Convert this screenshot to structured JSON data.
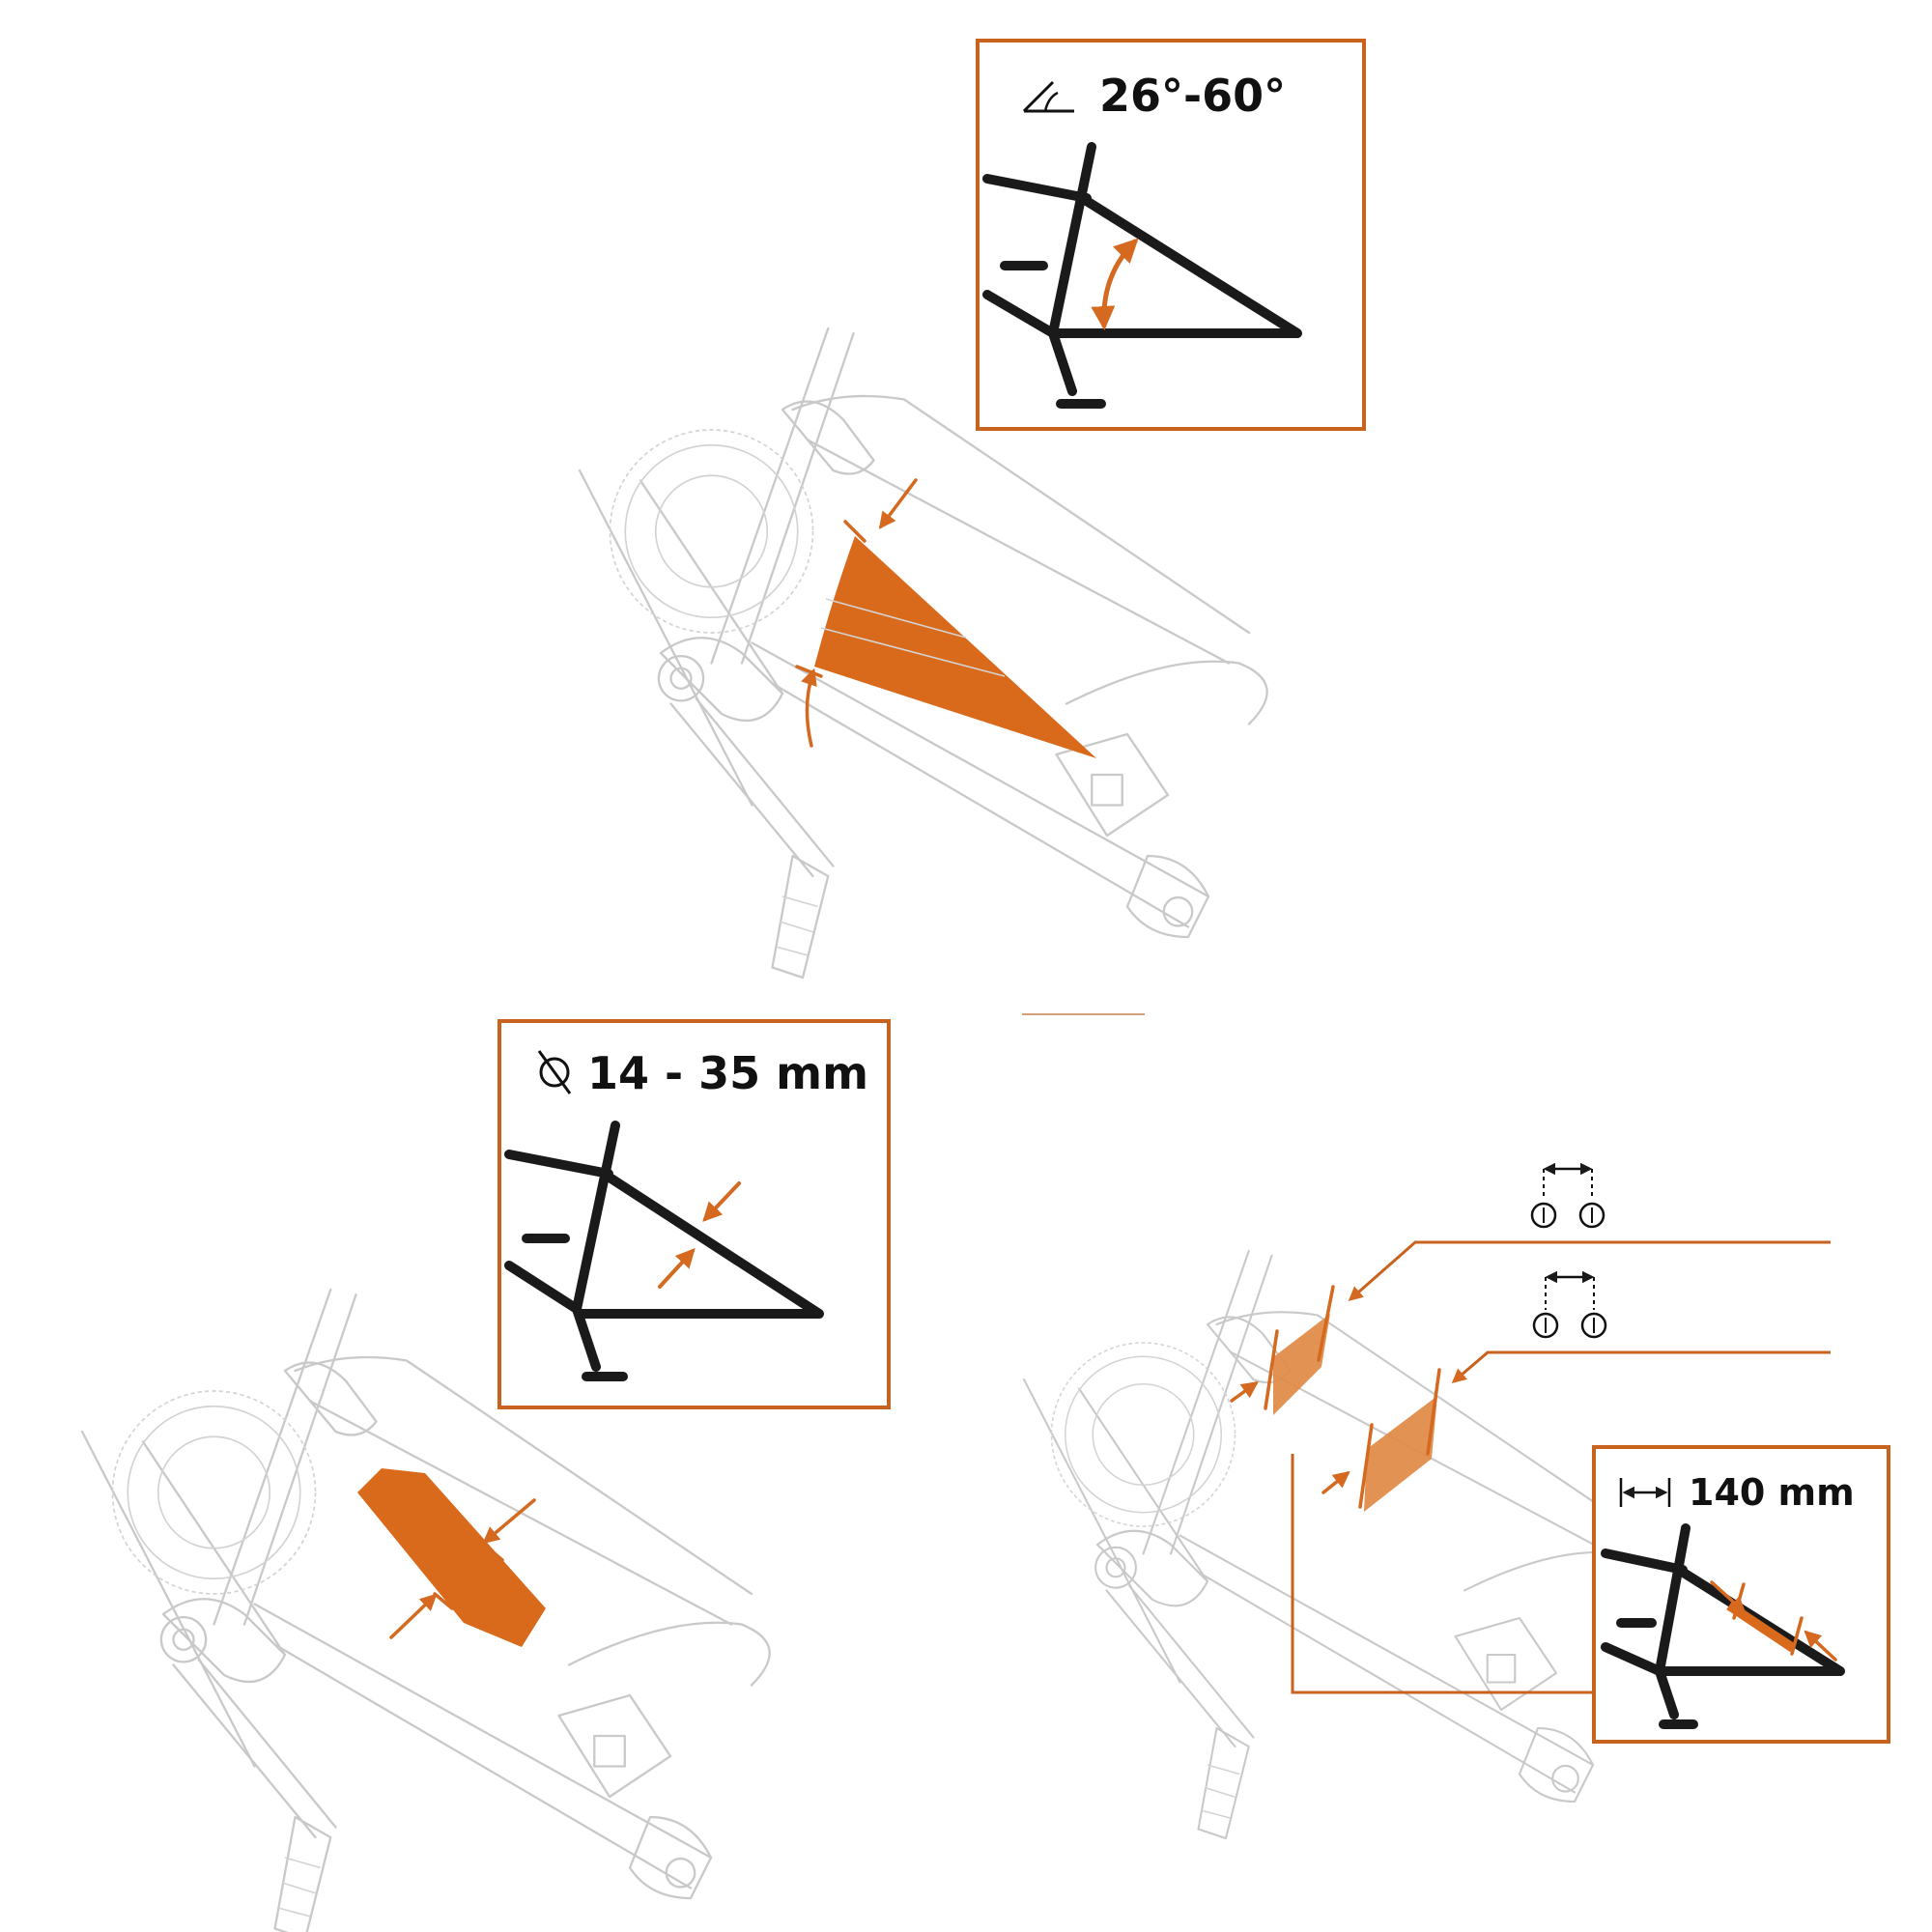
{
  "colors": {
    "accent": "#d96a1c",
    "box_border": "#c8621f",
    "tube": "#1a1a1a",
    "frame_sketch": "#c9c9c9"
  },
  "panels": {
    "angle": {
      "icon": "angle-icon",
      "label": "26°-60°"
    },
    "diameter": {
      "icon": "diameter-icon",
      "label": "14 - 35 mm"
    },
    "length": {
      "icon": "width-icon",
      "label": "140 mm"
    }
  }
}
